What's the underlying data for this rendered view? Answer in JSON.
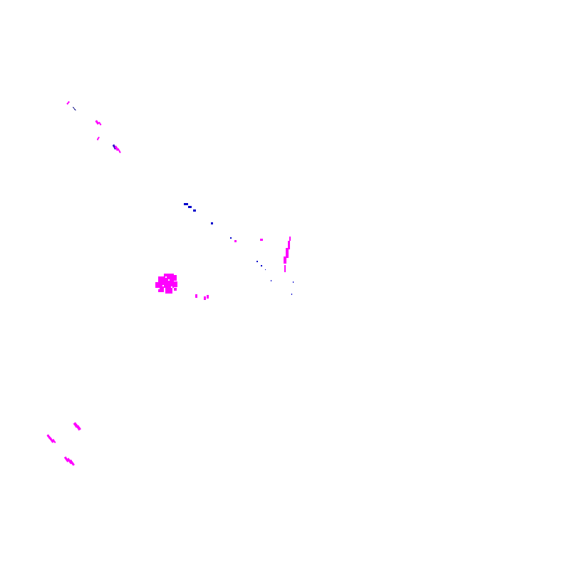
{
  "canvas": {
    "background": "#ffffff"
  },
  "palette": {
    "magenta": "#ff00ff",
    "blue": "#0000cc",
    "dark_blue": "#000080"
  },
  "clusters": [
    {
      "name": "upper-left-streaks",
      "colors": [
        "magenta",
        "dark_blue"
      ]
    },
    {
      "name": "center-diagonal-dots",
      "colors": [
        "blue",
        "magenta"
      ]
    },
    {
      "name": "vertical-streak",
      "colors": [
        "magenta",
        "blue"
      ]
    },
    {
      "name": "large-blob",
      "colors": [
        "magenta"
      ]
    },
    {
      "name": "lower-left-streaks",
      "colors": [
        "magenta"
      ]
    }
  ]
}
